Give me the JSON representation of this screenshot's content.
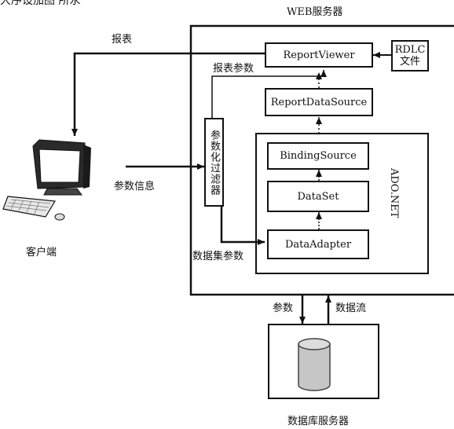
{
  "top_fragment": "大序设加图 所永",
  "web_server_label": "WEB服务器",
  "report_viewer": "ReportViewer",
  "rdlc_file": {
    "line1": "RDLC",
    "line2": "文件"
  },
  "report_datasource": "ReportDataSource",
  "binding_source": "BindingSource",
  "dataset": "DataSet",
  "data_adapter": "DataAdapter",
  "ado_net": "ADO.NET",
  "param_filter": "参数化过滤器",
  "client_label": "客户端",
  "db_server_label": "数据库服务器",
  "edge_labels": {
    "report": "报表",
    "report_params": "报表参数",
    "param_info": "参数信息",
    "dataset_params": "数据集参数",
    "params": "参数",
    "data_flow": "数据流"
  }
}
